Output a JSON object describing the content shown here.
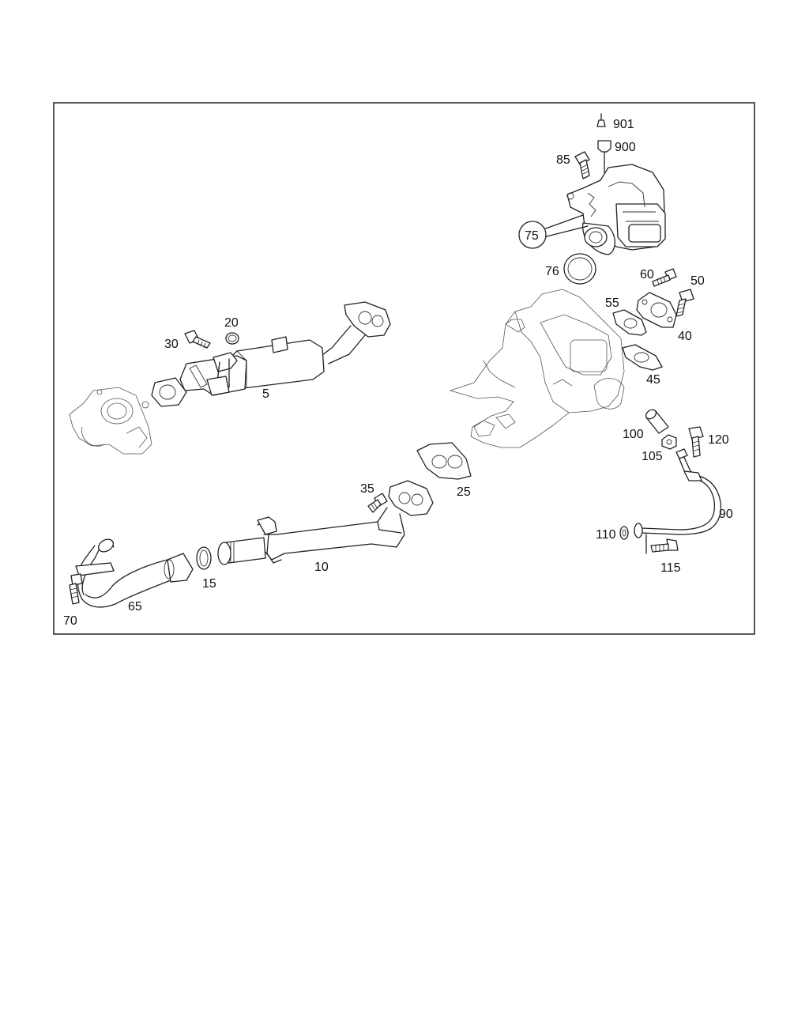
{
  "diagram": {
    "callouts": [
      {
        "id": "901",
        "label": "901"
      },
      {
        "id": "900",
        "label": "900"
      },
      {
        "id": "85",
        "label": "85"
      },
      {
        "id": "75",
        "label": "75"
      },
      {
        "id": "76",
        "label": "76"
      },
      {
        "id": "60",
        "label": "60"
      },
      {
        "id": "50",
        "label": "50"
      },
      {
        "id": "55",
        "label": "55"
      },
      {
        "id": "40",
        "label": "40"
      },
      {
        "id": "45",
        "label": "45"
      },
      {
        "id": "20",
        "label": "20"
      },
      {
        "id": "30",
        "label": "30"
      },
      {
        "id": "5",
        "label": "5"
      },
      {
        "id": "100",
        "label": "100"
      },
      {
        "id": "120",
        "label": "120"
      },
      {
        "id": "105",
        "label": "105"
      },
      {
        "id": "25",
        "label": "25"
      },
      {
        "id": "35",
        "label": "35"
      },
      {
        "id": "90",
        "label": "90"
      },
      {
        "id": "110",
        "label": "110"
      },
      {
        "id": "10",
        "label": "10"
      },
      {
        "id": "115",
        "label": "115"
      },
      {
        "id": "15",
        "label": "15"
      },
      {
        "id": "65",
        "label": "65"
      },
      {
        "id": "70",
        "label": "70"
      }
    ]
  }
}
